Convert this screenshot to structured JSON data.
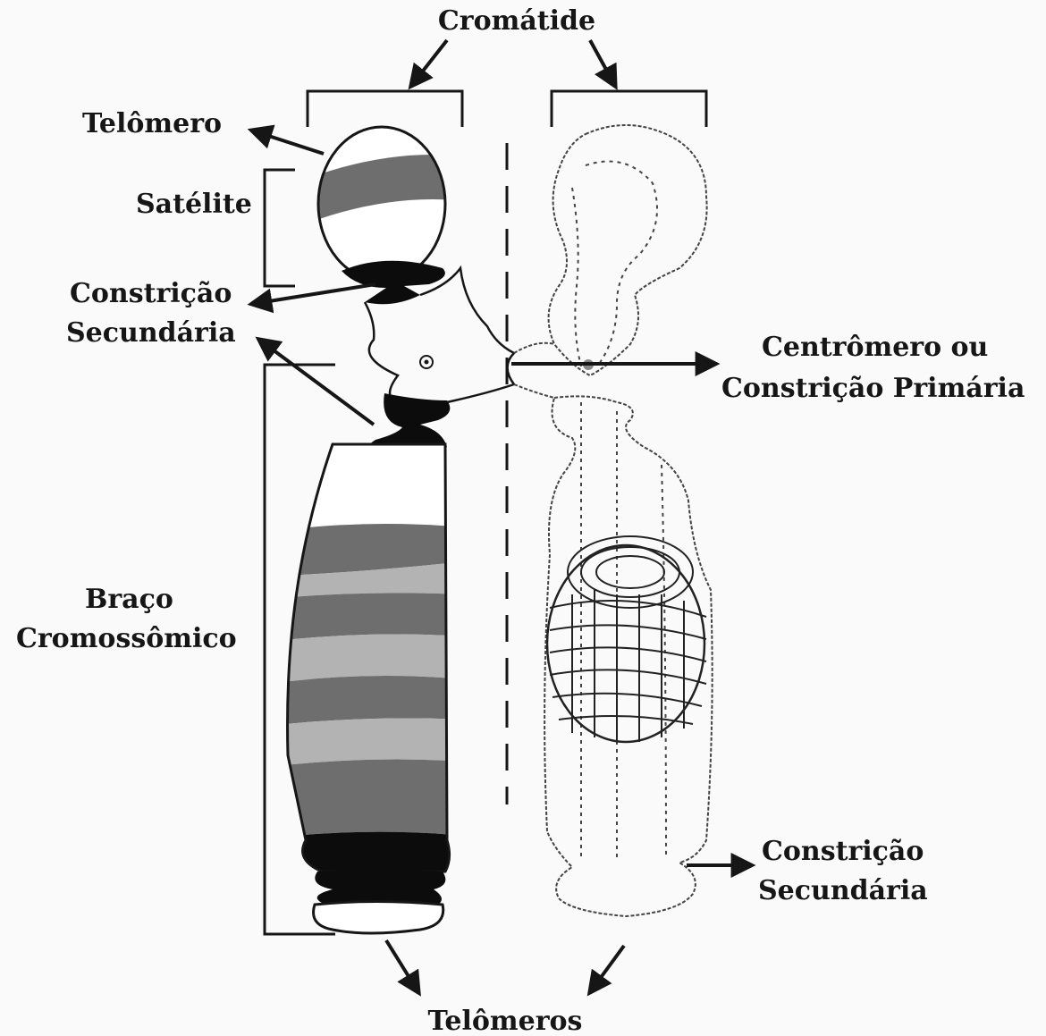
{
  "labels": {
    "cromatide": "Cromátide",
    "telomero": "Telômero",
    "satelite": "Satélite",
    "constricao_sec_left_1": "Constrição",
    "constricao_sec_left_2": "Secundária",
    "centromero_1": "Centrômero ou",
    "centromero_2": "Constrição Primária",
    "braco_1": "Braço",
    "braco_2": "Cromossômico",
    "constricao_sec_right_1": "Constrição",
    "constricao_sec_right_2": "Secundária",
    "telomeros": "Telômeros"
  },
  "colors": {
    "background": "#fafafa",
    "ink": "#161616",
    "band_dark": "#6e6e6e",
    "band_light": "#b3b3b3",
    "heterochromatin": "#0c0c0c"
  }
}
